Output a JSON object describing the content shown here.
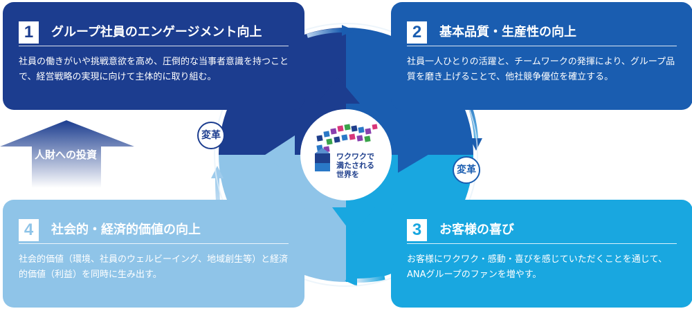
{
  "cards": [
    {
      "number": "1",
      "title": "グループ社員のエンゲージメント向上",
      "body": "社員の働きがいや挑戦意欲を高め、圧倒的な当事者意識を持つことで、経営戦略の実現に向けて主体的に取り組む。"
    },
    {
      "number": "2",
      "title": "基本品質・生産性の向上",
      "body": "社員一人ひとりの活躍と、チームワークの発揮により、グループ品質を磨き上げることで、他社競争優位を確立する。"
    },
    {
      "number": "3",
      "title": "お客様の喜び",
      "body": "お客様にワクワク・感動・喜びを感じていただくことを通じて、ANAグループのファンを増やす。"
    },
    {
      "number": "4",
      "title": "社会的・経済的価値の向上",
      "body": "社会的価値（環境、社員のウェルビーイング、地域創生等）と経済的価値（利益）を同時に生み出す。"
    }
  ],
  "transform_label": "変革",
  "investment_label": "人財への投資",
  "logo": {
    "line1": "ワクワクで",
    "line2": "満たされる",
    "line3": "世界を"
  },
  "colors": {
    "card1": "#1c3d8f",
    "card2": "#1a5db0",
    "card3": "#19a7e0",
    "card4": "#8fc4e8",
    "ring": "#d7eaf7"
  }
}
